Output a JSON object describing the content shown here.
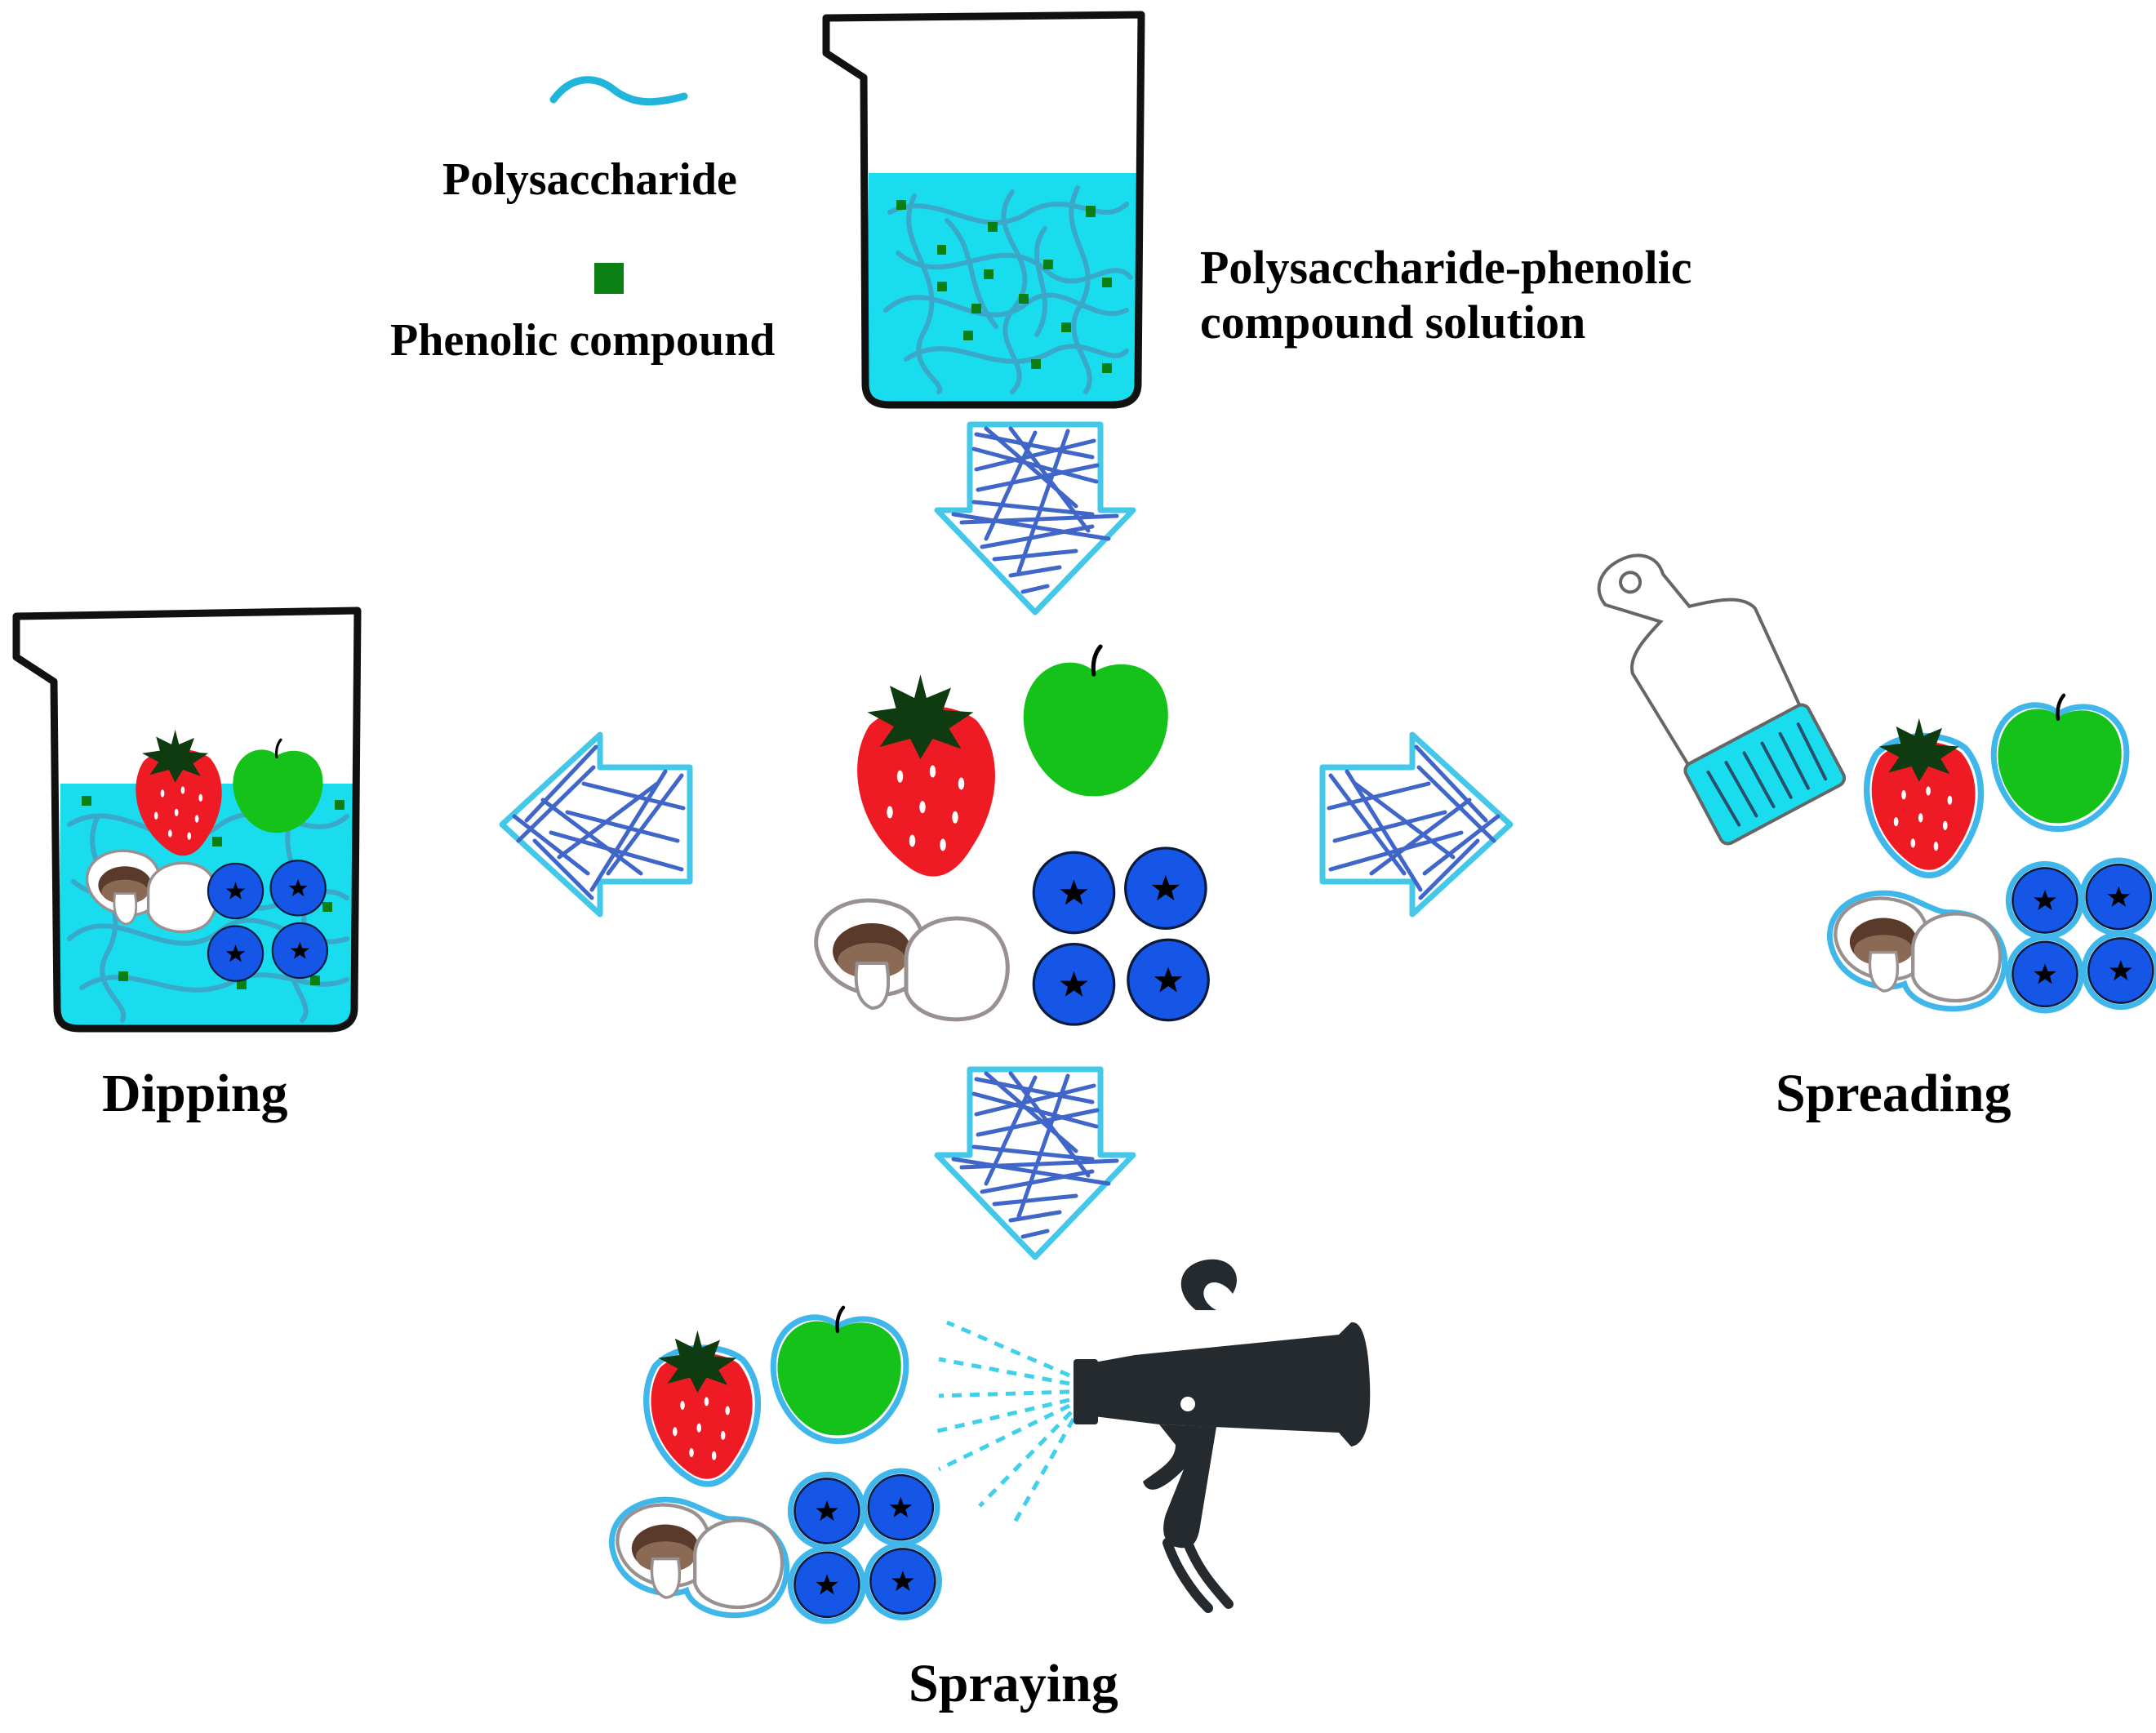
{
  "legend": {
    "polysaccharide_label": "Polysaccharide",
    "phenolic_label": "Phenolic compound",
    "polysaccharide_icon": "wavy-line-icon",
    "phenolic_icon": "green-square-icon"
  },
  "solution": {
    "label_line1": "Polysaccharide-phenolic",
    "label_line2": "compound solution"
  },
  "methods": {
    "dipping": "Dipping",
    "spreading": "Spreading",
    "spraying": "Spraying"
  },
  "colors": {
    "solution": "#19dcef",
    "fiber": "#3aa9c9",
    "phenolic": "#0a7f14",
    "strawberry": "#ee1b24",
    "leaf": "#0f3b10",
    "apple": "#15c21a",
    "blueberry": "#1656e6",
    "arrow_stroke": "#43c8ea",
    "arrow_scribble": "#3f66c8",
    "spray_gun": "#252a2e"
  }
}
